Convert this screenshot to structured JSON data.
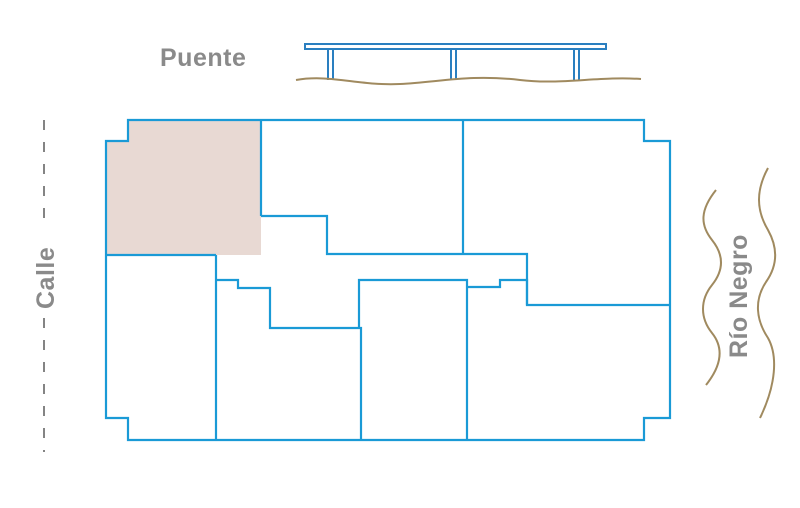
{
  "labels": {
    "bridge": "Puente",
    "street": "Calle",
    "river": "Río Negro"
  },
  "colors": {
    "wall": "#1a9ad6",
    "highlight": "#e8d9d3",
    "label": "#8a8a8a",
    "ground": "#a08a5f",
    "bridge": "#2a7fc0"
  },
  "highlighted_unit": "top-left"
}
